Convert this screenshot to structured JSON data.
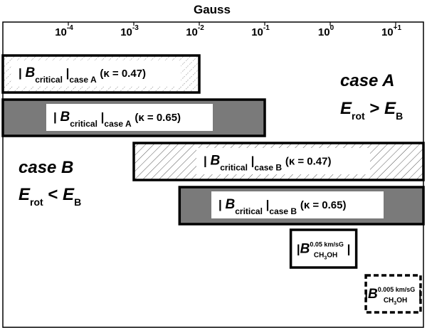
{
  "chart_data": {
    "type": "range_bars",
    "title": "Gauss",
    "xscale": "log",
    "xlim": [
      1e-05,
      25
    ],
    "ticks": [
      {
        "value": 0.0001,
        "mant": "10",
        "exp": "-4"
      },
      {
        "value": 0.001,
        "mant": "10",
        "exp": "-3"
      },
      {
        "value": 0.01,
        "mant": "10",
        "exp": "-2"
      },
      {
        "value": 0.1,
        "mant": "10",
        "exp": "-1"
      },
      {
        "value": 1,
        "mant": "10",
        "exp": "0"
      },
      {
        "value": 10,
        "mant": "10",
        "exp": "+1"
      }
    ],
    "bars": [
      {
        "id": "bar-case-a-047",
        "min": 1e-05,
        "max": 0.01,
        "fill": "hatch-light",
        "sym": "B",
        "sub1": "critical",
        "sub2": "case A",
        "kappa": "(κ = 0.47)"
      },
      {
        "id": "bar-case-a-065",
        "min": 1e-05,
        "max": 0.1,
        "fill": "dark",
        "sym": "B",
        "sub1": "critical",
        "sub2": "case A",
        "kappa": "(κ = 0.65)"
      },
      {
        "id": "bar-case-b-047",
        "min": 0.001,
        "max": 25,
        "fill": "hatch",
        "sym": "B",
        "sub1": "critical",
        "sub2": "case B",
        "kappa": "(κ = 0.47)"
      },
      {
        "id": "bar-case-b-065",
        "min": 0.005,
        "max": 25,
        "fill": "dark",
        "sym": "B",
        "sub1": "critical",
        "sub2": "case B",
        "kappa": "(κ = 0.65)"
      },
      {
        "id": "box-ch3oh-005",
        "min": 0.25,
        "max": 2.5,
        "border": "solid",
        "sym": "B",
        "sup": "0.05 km/sG",
        "sub": "CH",
        "subsub": "3",
        "sub_tail": "OH"
      },
      {
        "id": "box-ch3oh-0005",
        "min": 3.5,
        "max": 24,
        "border": "dashed",
        "sym": "B",
        "sup": "0.005 km/sG",
        "sub": "CH",
        "subsub": "3",
        "sub_tail": "OH"
      }
    ],
    "annotations": [
      {
        "id": "case-a",
        "line1": "case A",
        "lhs": "E",
        "lhs_sub": "rot",
        "op": ">",
        "rhs": "E",
        "rhs_sub": "B"
      },
      {
        "id": "case-b",
        "line1": "case B",
        "lhs": "E",
        "lhs_sub": "rot",
        "op": "<",
        "rhs": "E",
        "rhs_sub": "B"
      }
    ],
    "colors": {
      "dark": "#7a7a7a",
      "hatch": "#444444",
      "frame": "#000000"
    }
  }
}
